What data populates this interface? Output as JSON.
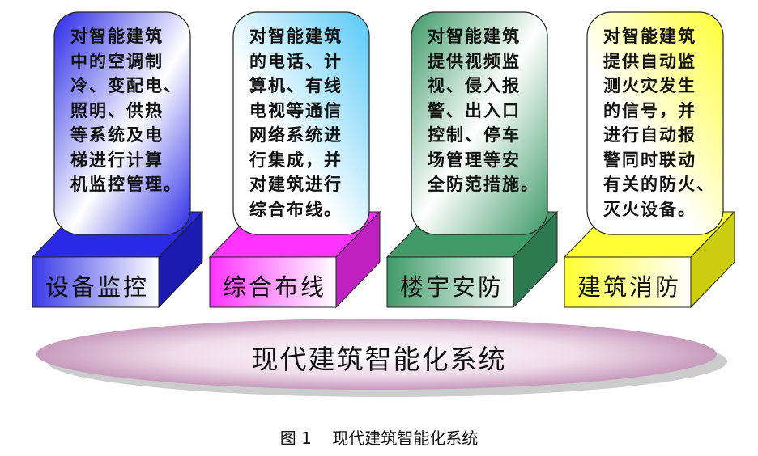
{
  "title": "现代建筑智能化系统",
  "caption": {
    "figure_no": "图 1",
    "text": "现代建筑智能化系统"
  },
  "pillars": [
    {
      "label": "设备监控",
      "color": "#2a2ae6",
      "lines": [
        "对智能建筑",
        "中的空调制",
        "冷、变配电、",
        "照明、供热",
        "等系统及电",
        "梯进行计算",
        "机监控管理。"
      ]
    },
    {
      "label": "综合布线",
      "color": "#ff33ff",
      "lines": [
        "对智能建筑",
        "的电话、计",
        "算机、有线",
        "电视等通信",
        "网络系统进",
        "行集成，并",
        "对建筑进行",
        "综合布线。"
      ]
    },
    {
      "label": "楼宇安防",
      "color": "#3f9a68",
      "lines": [
        "对智能建筑",
        "提供视频监",
        "视、侵入报",
        "警、出入口",
        "控制、停车",
        "场管理等安",
        "全防范措施。"
      ]
    },
    {
      "label": "建筑消防",
      "color": "#ffff33",
      "lines": [
        "对智能建筑",
        "提供自动监",
        "测火灾发生",
        "的信号，并",
        "进行自动报",
        "警同时联动",
        "有关的防火、",
        "灭火设备。"
      ]
    }
  ]
}
